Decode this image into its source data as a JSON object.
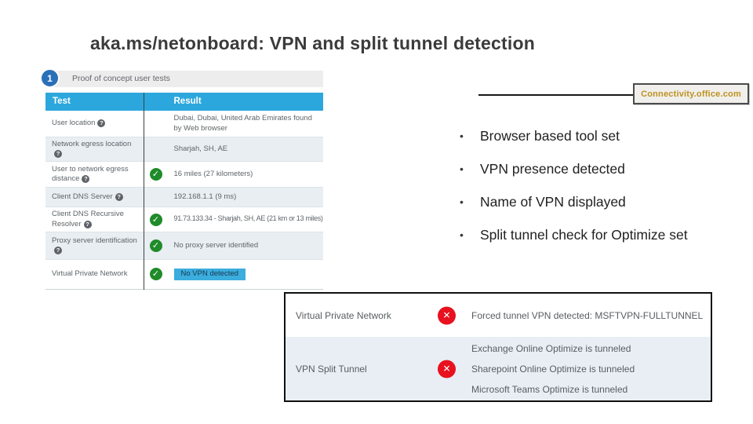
{
  "slide": {
    "title": "aka.ms/netonboard: VPN and split tunnel detection"
  },
  "icons": {
    "check": "✓",
    "error": "✕",
    "help": "?",
    "bullet": "•"
  },
  "poc": {
    "step": "1",
    "banner": "Proof of concept user tests",
    "table": {
      "headers": [
        "Test",
        "Result"
      ],
      "rows": [
        {
          "test": "User location",
          "result": "Dubai, Dubai, United Arab Emirates found by Web browser"
        },
        {
          "test": "Network egress location",
          "result": "Sharjah, SH, AE"
        },
        {
          "test": "User to network egress distance",
          "result": "16 miles (27 kilometers)"
        },
        {
          "test": "Client DNS Server",
          "result": "192.168.1.1 (9 ms)"
        },
        {
          "test": "Client DNS Recursive Resolver",
          "result": "91.73.133.34 - Sharjah, SH, AE (21 km or 13 miles)"
        },
        {
          "test": "Proxy server identification",
          "result": "No proxy server identified"
        },
        {
          "test": "Virtual Private Network",
          "result": "No VPN detected"
        }
      ]
    }
  },
  "callout": {
    "label": "Connectivity.office.com"
  },
  "bullets": [
    "Browser based tool set",
    "VPN presence detected",
    "Name of VPN displayed",
    "Split tunnel check for Optimize set"
  ],
  "vpn_panel": {
    "rows": [
      {
        "test": "Virtual Private Network",
        "results": [
          "Forced tunnel VPN detected: MSFTVPN-FULLTUNNEL"
        ]
      },
      {
        "test": "VPN Split Tunnel",
        "results": [
          "Exchange Online Optimize is tunneled",
          "Sharepoint Online Optimize is tunneled",
          "Microsoft Teams Optimize is tunneled"
        ]
      }
    ]
  },
  "colors": {
    "header_cyan": "#2ba7dd",
    "highlight_cyan": "#3badde",
    "check_green": "#1f8b2a",
    "error_red": "#e8111f",
    "badge_blue": "#2a70b8",
    "callout_gold": "#bd9221",
    "alt_row": "#e9eef3",
    "panel_row_blue": "#e8eef4"
  }
}
